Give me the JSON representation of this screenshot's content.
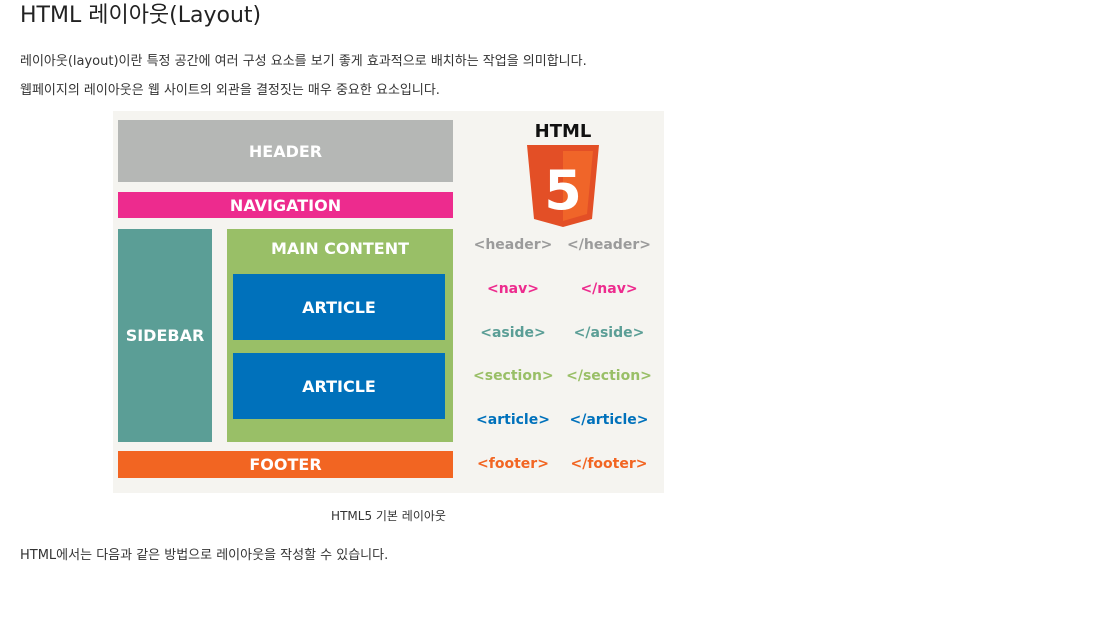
{
  "title": "HTML 레이아웃(Layout)",
  "paragraphs": {
    "p1": "레이아웃(layout)이란 특정 공간에 여러 구성 요소를 보기 좋게 효과적으로 배치하는 작업을 의미합니다.",
    "p2": "웹페이지의 레이아웃은 웹 사이트의 외관을 결정짓는 매우 중요한 요소입니다.",
    "p3": "HTML에서는 다음과 같은 방법으로 레이아웃을 작성할 수 있습니다."
  },
  "figure": {
    "caption": "HTML5 기본 레이아웃",
    "blocks": {
      "header": "HEADER",
      "navigation": "NAVIGATION",
      "sidebar": "SIDEBAR",
      "main_content": "MAIN CONTENT",
      "article_1": "ARTICLE",
      "article_2": "ARTICLE",
      "footer": "FOOTER"
    },
    "logo": {
      "text": "HTML",
      "badge_number": "5"
    },
    "tags": [
      {
        "open": "<header>",
        "close": "</header>",
        "color": "#9b9b9b"
      },
      {
        "open": "<nav>",
        "close": "</nav>",
        "color": "#ed2b8e"
      },
      {
        "open": "<aside>",
        "close": "</aside>",
        "color": "#5b9e96"
      },
      {
        "open": "<section>",
        "close": "</section>",
        "color": "#99bf67"
      },
      {
        "open": "<article>",
        "close": "</article>",
        "color": "#0071bb"
      },
      {
        "open": "<footer>",
        "close": "</footer>",
        "color": "#f26522"
      }
    ],
    "colors": {
      "header": "#b5b7b5",
      "navigation": "#ed2b8e",
      "sidebar": "#5b9e96",
      "main_content": "#99bf67",
      "article": "#0071bb",
      "footer": "#f26522",
      "html5_orange": "#e34f26"
    }
  }
}
